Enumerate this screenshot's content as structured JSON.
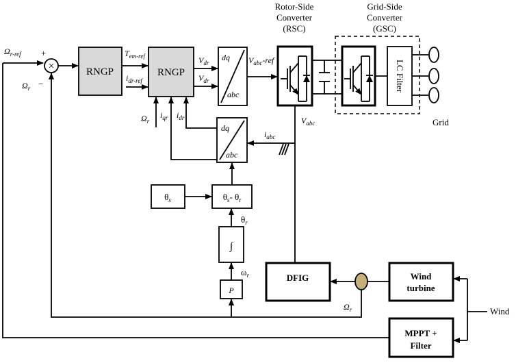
{
  "labels": {
    "rsc_title_1": "Rotor-Side",
    "rsc_title_2": "Converter",
    "rsc_title_3": "(RSC)",
    "gsc_title_1": "Grid-Side",
    "gsc_title_2": "Converter",
    "gsc_title_3": "(GSC)",
    "omega_ref": "Ω",
    "omega_ref_sub": "r-ref",
    "plus": "+",
    "minus": "−",
    "omega_r_left": "Ω",
    "omega_r_left_sub": "r",
    "rngp1": "RNGP",
    "rngp2": "RNGP",
    "tem_ref": "T",
    "tem_ref_sub": "em-ref",
    "idr_ref": "i",
    "idr_ref_sub": "dr-ref",
    "vdr1": "V",
    "vdr1_sub": "dr",
    "vdr2": "V",
    "vdr2_sub": "dr",
    "dq_top": "dq",
    "abc_top": "abc",
    "vabc_ref": "V",
    "vabc_ref_sub": "abc",
    "vabc_ref_suffix": "-ref",
    "lc_filter": "LC Filter",
    "grid": "Grid",
    "vabc": "V",
    "vabc_sub": "abc",
    "omega_r_mid": "Ω",
    "omega_r_mid_sub": "r",
    "iqr": "i",
    "iqr_sub": "qr",
    "idr": "i",
    "idr_sub": "dr",
    "dq_bot": "dq",
    "abc_bot": "abc",
    "iabc": "i",
    "iabc_sub": "abc",
    "theta_s": "θ",
    "theta_s_sub": "s",
    "theta_diff": "θ",
    "theta_diff_sub1": "s",
    "theta_diff_mid": "- θ",
    "theta_diff_sub2": "r",
    "theta_r": "θ",
    "theta_r_sub": "r",
    "integral": "∫",
    "omega_small": "ω",
    "omega_small_sub": "r",
    "p_block": "P",
    "dfig": "DFIG",
    "wind_turbine_1": "Wind",
    "wind_turbine_2": "turbine",
    "omega_r_bottom": "Ω",
    "omega_r_bottom_sub": "r",
    "wind": "Wind",
    "mppt_1": "MPPT +",
    "mppt_2": "Filter",
    "summer_symbol": "×"
  }
}
